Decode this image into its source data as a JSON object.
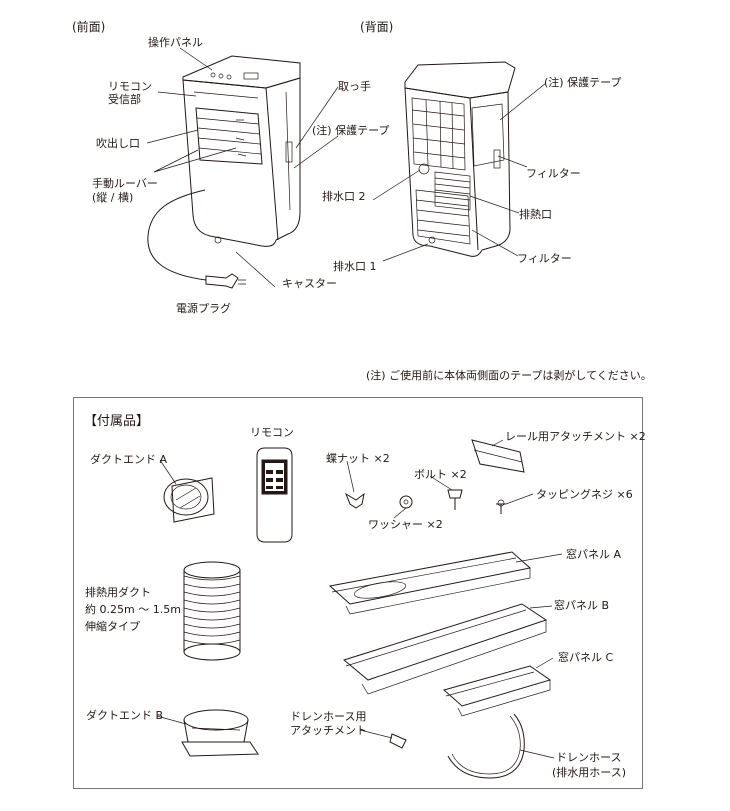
{
  "front": {
    "heading": "(前面)",
    "labels": {
      "control_panel": "操作パネル",
      "remote_receiver_1": "リモコン",
      "remote_receiver_2": "受信部",
      "outlet": "吹出し口",
      "louver_1": "手動ルーバー",
      "louver_2": "(縦 / 横)",
      "handle": "取っ手",
      "tape": "(注) 保護テープ",
      "caster": "キャスター",
      "plug": "電源プラグ"
    }
  },
  "back": {
    "heading": "(背面)",
    "labels": {
      "tape": "(注) 保護テープ",
      "filter_top": "フィルター",
      "drain2": "排水口 2",
      "exhaust": "排熱口",
      "drain1": "排水口 1",
      "filter_bottom": "フィルター"
    }
  },
  "note": "(注) ご使用前に本体両側面のテープは剥がしてください。",
  "accessories": {
    "title": "【付属品】",
    "items": {
      "remote": "リモコン",
      "duct_end_a": "ダクトエンド A",
      "wing_nut": "蝶ナット ×2",
      "bolt": "ボルト ×2",
      "rail_attachment": "レール用アタッチメント ×2",
      "tapping_screw": "タッピングネジ ×6",
      "washer": "ワッシャー ×2",
      "window_panel_a": "窓パネル A",
      "exhaust_duct_1": "排熱用ダクト",
      "exhaust_duct_2": "約 0.25m ～ 1.5m",
      "exhaust_duct_3": "伸縮タイプ",
      "window_panel_b": "窓パネル B",
      "window_panel_c": "窓パネル C",
      "duct_end_b": "ダクトエンド B",
      "drain_hose_attachment_1": "ドレンホース用",
      "drain_hose_attachment_2": "アタッチメント",
      "drain_hose_1": "ドレンホース",
      "drain_hose_2": "(排水用ホース)"
    }
  }
}
